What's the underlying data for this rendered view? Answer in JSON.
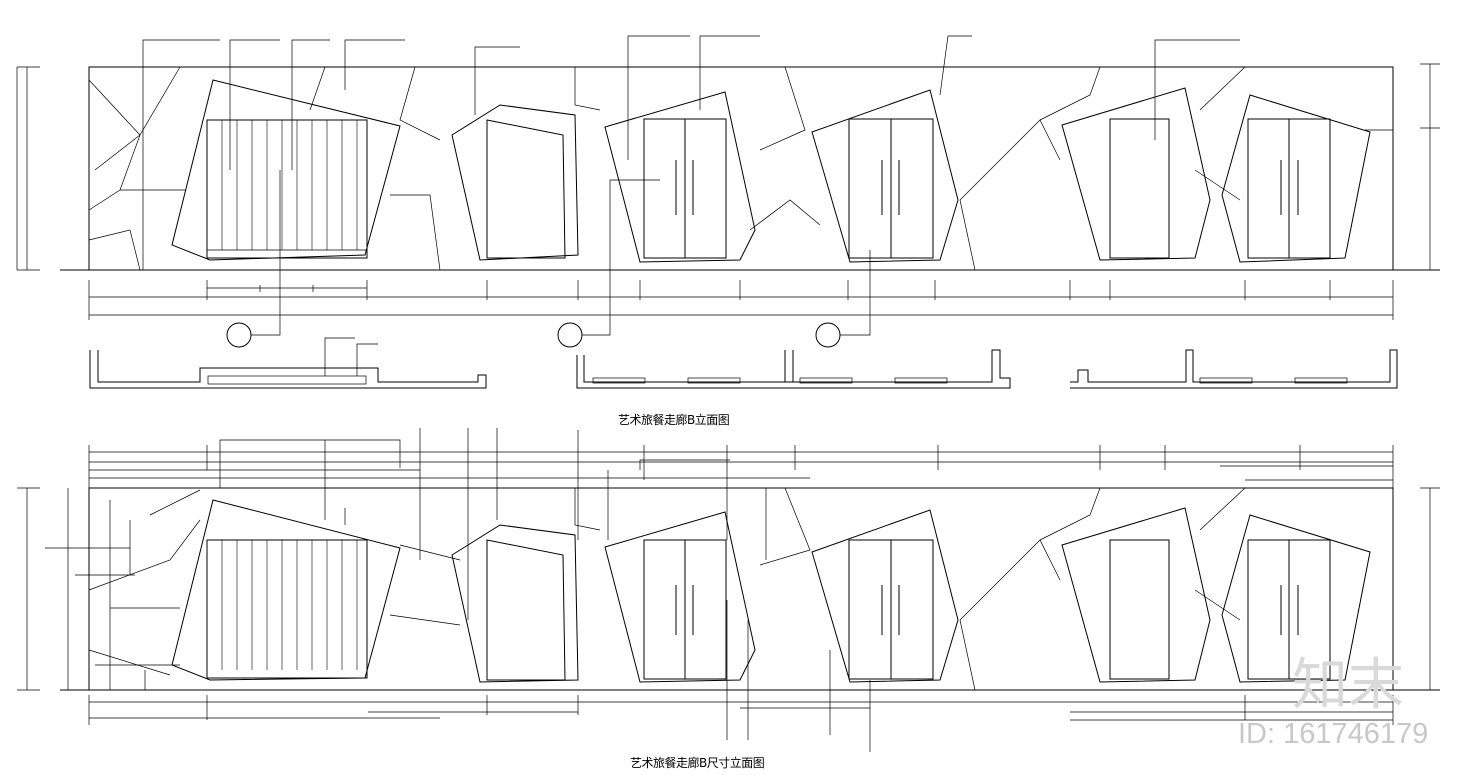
{
  "captions": {
    "elevation_a": "艺术旅餐走廊B立面图",
    "elevation_b": "艺术旅餐走廊B尺寸立面图"
  },
  "watermark": {
    "logo": "知末",
    "id": "ID: 161746179"
  },
  "colors": {
    "line": "#000000",
    "background": "#ffffff",
    "watermark": "#c8c8c8"
  }
}
